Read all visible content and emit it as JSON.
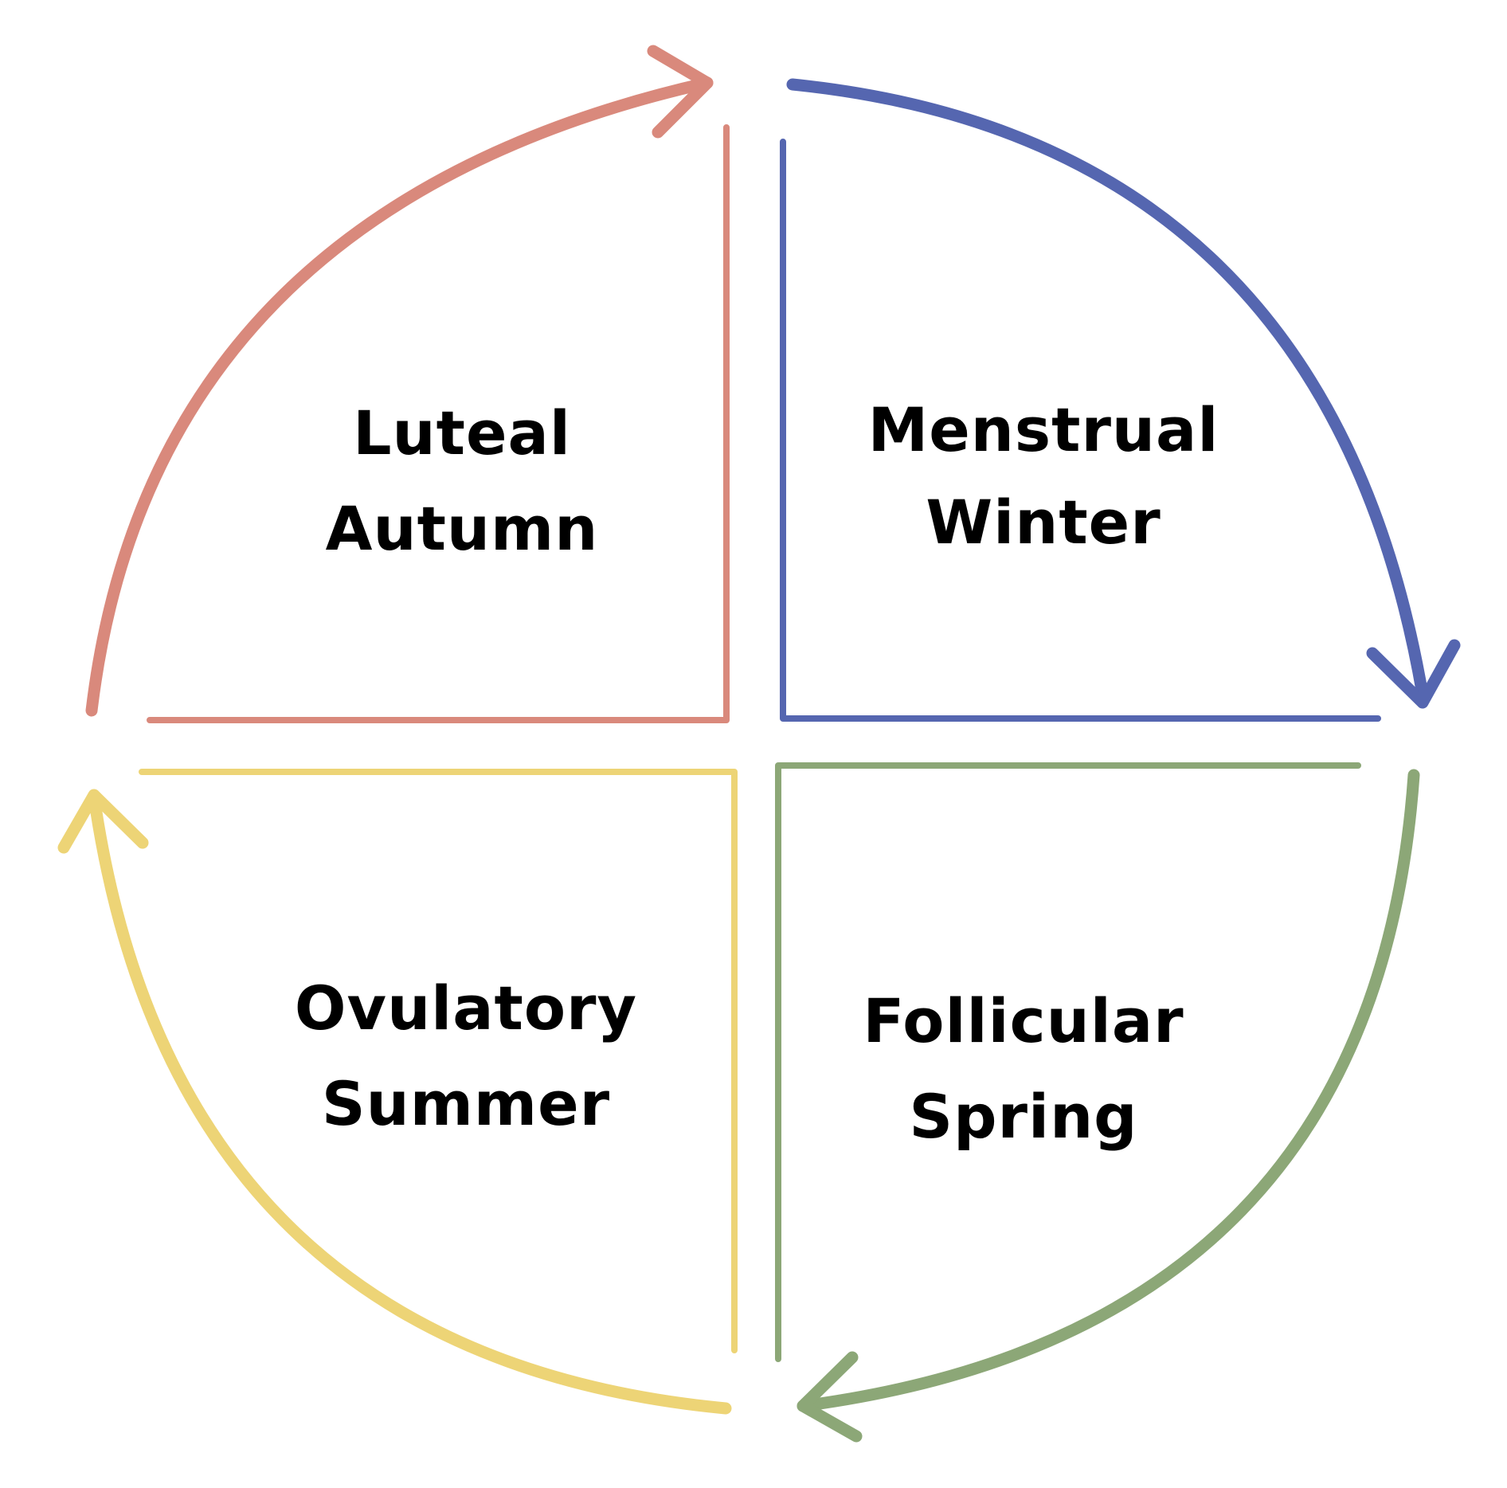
{
  "colors": {
    "luteal": "#D9897C",
    "menstrual": "#5566B0",
    "follicular": "#8CA777",
    "ovulatory": "#EDD476"
  },
  "phases": {
    "luteal": {
      "line1": "Luteal",
      "line2": "Autumn"
    },
    "menstrual": {
      "line1": "Menstrual",
      "line2": "Winter"
    },
    "follicular": {
      "line1": "Follicular",
      "line2": "Spring"
    },
    "ovulatory": {
      "line1": "Ovulatory",
      "line2": "Summer"
    }
  }
}
